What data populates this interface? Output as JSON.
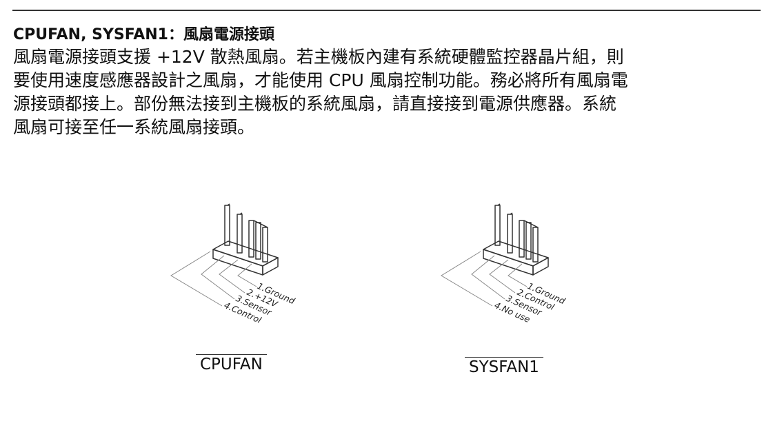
{
  "heading": "CPUFAN, SYSFAN1：風扇電源接頭",
  "body_lines": [
    "風扇電源接頭支援 +12V 散熱風扇。若主機板內建有系統硬體監控器晶片組，則",
    "要使用速度感應器設計之風扇，才能使用 CPU 風扇控制功能。務必將所有風扇電",
    "源接頭都接上。部份無法接到主機板的系統風扇，請直接接到電源供應器。系統",
    "風扇可接至任一系統風扇接頭。"
  ],
  "connectors": [
    {
      "name": "CPUFAN",
      "pins": [
        "1.Ground",
        "2.+12V",
        "3.Sensor",
        "4.Control"
      ]
    },
    {
      "name": "SYSFAN1",
      "pins": [
        "1.Ground",
        "2.Control",
        "3.Sensor",
        "4.No use"
      ]
    }
  ]
}
